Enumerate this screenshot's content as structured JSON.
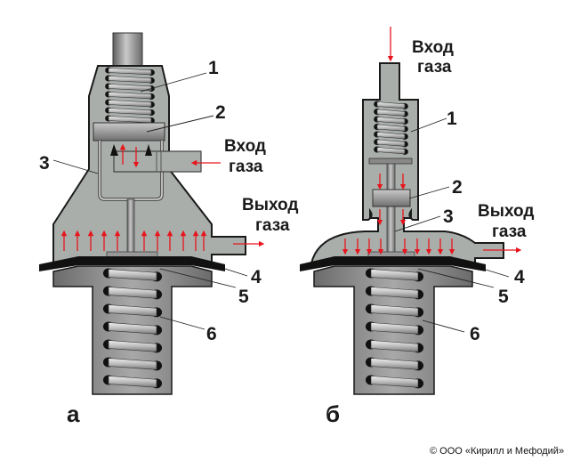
{
  "diagram": {
    "panels": [
      {
        "id": "a",
        "label": "а",
        "inlet": {
          "line1": "Вход",
          "line2": "газа"
        },
        "outlet": {
          "line1": "Выход",
          "line2": "газа"
        },
        "callouts": [
          "1",
          "2",
          "3",
          "4",
          "5",
          "6"
        ]
      },
      {
        "id": "b",
        "label": "б",
        "inlet": {
          "line1": "Вход",
          "line2": "газа"
        },
        "outlet": {
          "line1": "Выход",
          "line2": "газа"
        },
        "callouts": [
          "1",
          "2",
          "3",
          "4",
          "5",
          "6"
        ]
      }
    ],
    "copyright": "© ООО «Кирилл и Мефодий»"
  },
  "colors": {
    "body": "#a9aeaa",
    "outline": "#1a1a1a",
    "arrow": "#e8141c",
    "metal_dark": "#6e6e6e",
    "metal_light": "#d4d4d4"
  }
}
